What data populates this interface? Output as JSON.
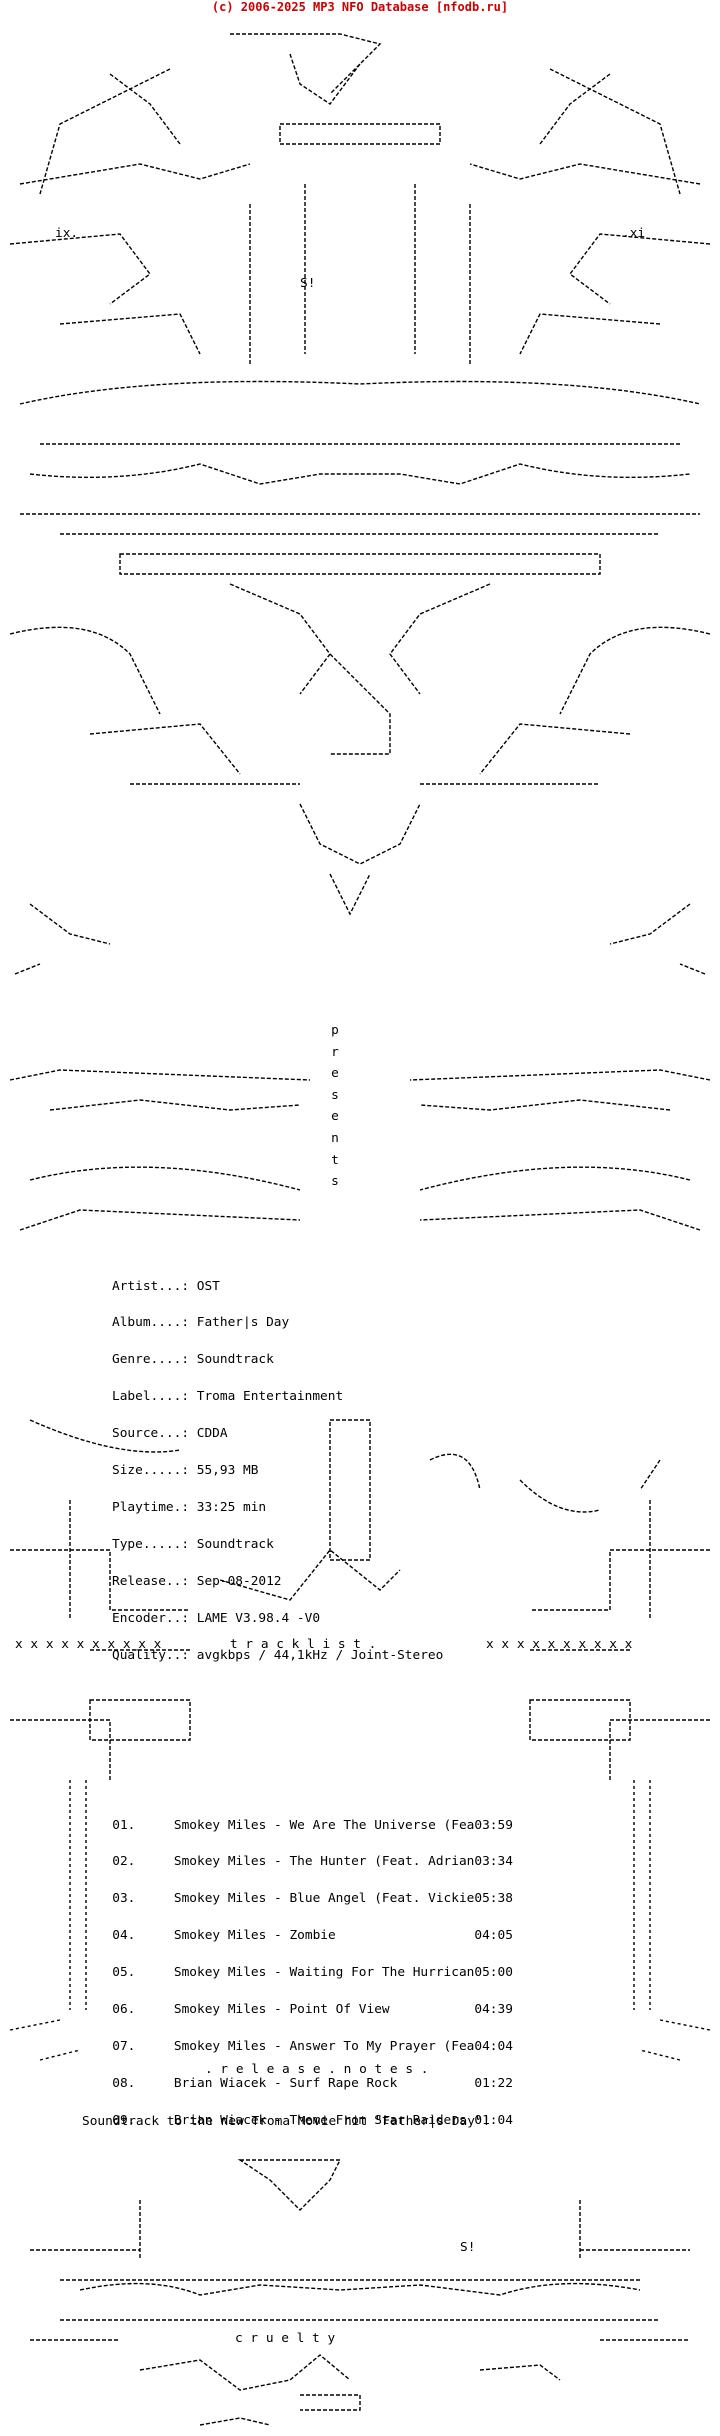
{
  "header": {
    "credit": "(c) 2006-2025 MP3 NFO Database [nfodb.ru]"
  },
  "art_labels": {
    "top_left_mark": "ix.",
    "top_right_mark": ".xi",
    "top_center_tag": "S!",
    "presents_letters": [
      "p",
      "r",
      "e",
      "s",
      "e",
      "n",
      "t",
      "s"
    ],
    "track_header": "t r a c k l i s t .",
    "x_row": "x x x x x x x x x x",
    "release_notes_header": ". r e l e a s e . n o t e s .",
    "bottom_tag": "S!",
    "group_name": "c r u e l t y"
  },
  "release_info": [
    {
      "key": "Artist...:",
      "value": "OST"
    },
    {
      "key": "Album....:",
      "value": "Father|s Day"
    },
    {
      "key": "Genre....:",
      "value": "Soundtrack"
    },
    {
      "key": "Label....:",
      "value": "Troma Entertainment"
    },
    {
      "key": "Source...:",
      "value": "CDDA"
    },
    {
      "key": "Size.....:",
      "value": "55,93 MB"
    },
    {
      "key": "Playtime.:",
      "value": "33:25 min"
    },
    {
      "key": "Type.....:",
      "value": "Soundtrack"
    },
    {
      "key": "Release..:",
      "value": "Sep-08-2012"
    },
    {
      "key": "Encoder..:",
      "value": "LAME V3.98.4 -V0"
    },
    {
      "key": "Quality..:",
      "value": "avgkbps / 44,1kHz / Joint-Stereo"
    }
  ],
  "tracklist": [
    {
      "num": "01.",
      "title": "Smokey Miles - We Are The Universe (Fea",
      "time": "03:59"
    },
    {
      "num": "02.",
      "title": "Smokey Miles - The Hunter (Feat. Adrian",
      "time": "03:34"
    },
    {
      "num": "03.",
      "title": "Smokey Miles - Blue Angel (Feat. Vickie",
      "time": "05:38"
    },
    {
      "num": "04.",
      "title": "Smokey Miles - Zombie",
      "time": "04:05"
    },
    {
      "num": "05.",
      "title": "Smokey Miles - Waiting For The Hurrican",
      "time": "05:00"
    },
    {
      "num": "06.",
      "title": "Smokey Miles - Point Of View",
      "time": "04:39"
    },
    {
      "num": "07.",
      "title": "Smokey Miles - Answer To My Prayer (Fea",
      "time": "04:04"
    },
    {
      "num": "08.",
      "title": "Brian Wiacek - Surf Rape Rock",
      "time": "01:22"
    },
    {
      "num": "09.",
      "title": "Brian Wiacek - Theme From Star Raiders",
      "time": "01:04"
    }
  ],
  "release_notes": {
    "text": "Soundtrack to the new Troma Movie hit \"Father|s Day\"!"
  }
}
